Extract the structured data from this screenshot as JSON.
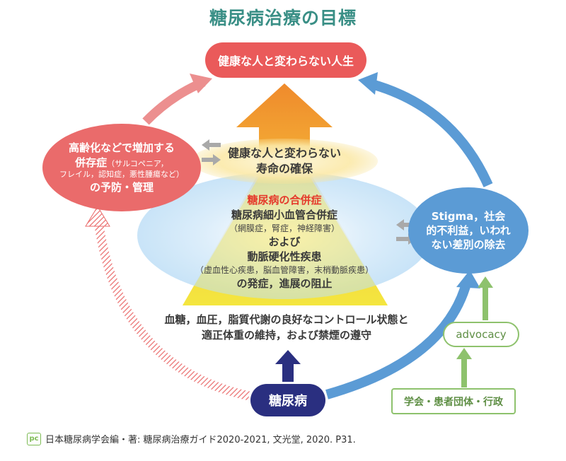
{
  "title": "糖尿病治療の目標",
  "goal": "健康な人と変わらない人生",
  "left_circle": {
    "line1": "高齢化などで増加する",
    "line2_bold": "併存症",
    "line2_small": "（サルコペニア，",
    "line3": "フレイル，認知症，悪性腫瘍など）",
    "line4": "の予防・管理"
  },
  "right_circle": {
    "line1": "Stigma，社会",
    "line2": "的不利益，いわれ",
    "line3": "ない差別の除去"
  },
  "band": {
    "line1": "健康な人と変わらない",
    "line2": "寿命の確保"
  },
  "complications": {
    "heading": "糖尿病の合併症",
    "micro": "糖尿病細小血管合併症",
    "micro_sub": "（網膜症，腎症，神経障害）",
    "and": "および",
    "macro": "動脈硬化性疾患",
    "macro_sub": "（虚血性心疾患，脳血管障害，末梢動脈疾患）",
    "prevent": "の発症，進展の阻止"
  },
  "control": {
    "line1": "血糖，血圧，脂質代謝の良好なコントロール状態と",
    "line2": "適正体重の維持，および禁煙の遵守"
  },
  "diabetes": "糖尿病",
  "advocacy": "advocacy",
  "organizations": "学会・患者団体・行政",
  "citation": {
    "logo": "pc",
    "text": "日本糖尿病学会編・著: 糖尿病治療ガイド2020-2021, 文光堂, 2020. P31."
  },
  "colors": {
    "title": "#3a8f86",
    "goal": "#ea5a5a",
    "left": "#ea6b6b",
    "right": "#5b9bd5",
    "diabetes": "#2a2f80",
    "green": "#8ec26d",
    "red_text": "#e53b2c"
  }
}
